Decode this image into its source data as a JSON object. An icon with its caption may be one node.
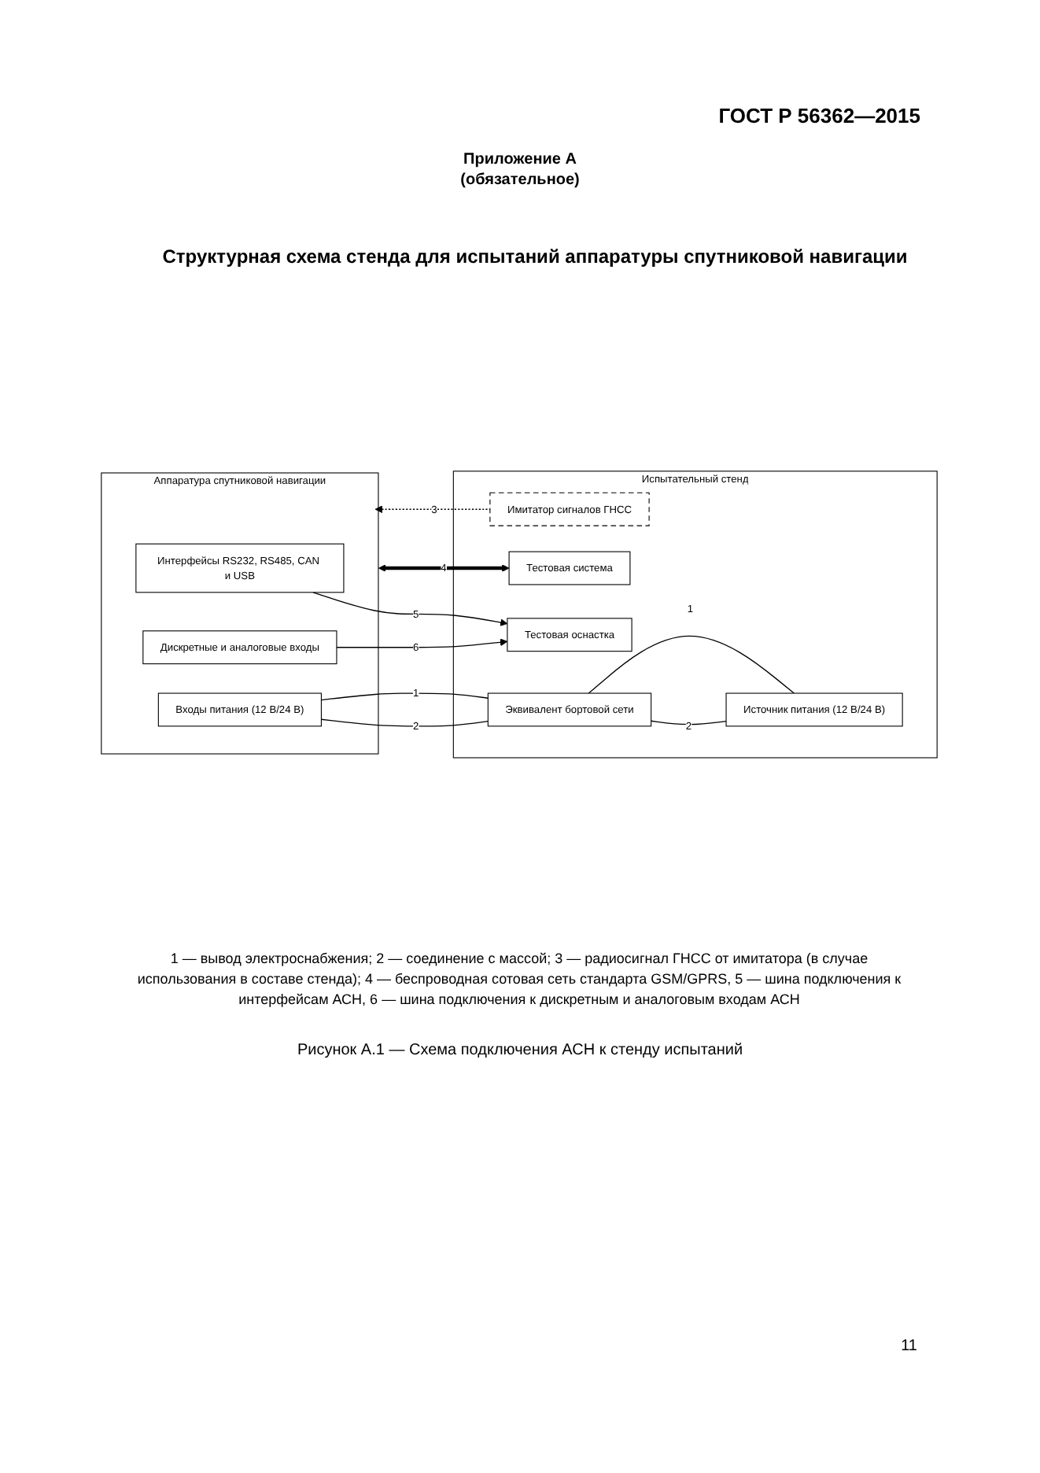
{
  "diagram": {
    "title": "Структурная схема стенда для испытаний аппаратуры спутниковой навигации",
    "caption": "Рисунок А.1 — Схема подключения АСН к стенду испытаний",
    "nodes": [
      {
        "text": [
          "Аппаратура спутниковой навигации"
        ]
      },
      {
        "text": [
          "Интерфейсы RS232, RS485, CAN и USB"
        ],
        "in": 0
      },
      {
        "text": [
          "Дискретные и аналоговые входы"
        ],
        "in": 0
      },
      {
        "text": [
          "Входы питания (12 В/24 В)"
        ],
        "in": 0
      },
      {
        "text": [
          "Испытательный стенд"
        ]
      },
      {
        "text": [
          "Имитатор сигналов ГНСС"
        ],
        "in": 4
      },
      {
        "text": [
          "Тестовая система"
        ],
        "in": 4
      },
      {
        "text": [
          "Тестовая оснастка"
        ],
        "in": 4
      },
      {
        "text": [
          "Эквивалент бортовой сети"
        ],
        "in": 4
      },
      {
        "text": [
          "Источник питания (12 В/24 В)"
        ],
        "in": 4
      }
    ],
    "edges": [
      {
        "from": 5,
        "to": 0,
        "arrow": "to",
        "label": "3",
        "style": "dashed"
      },
      {
        "from": 0,
        "to": 6,
        "arrow": "both",
        "label": "4",
        "style": "thick"
      },
      {
        "from": 1,
        "to": 7,
        "arrow": "to",
        "label": "5"
      },
      {
        "from": 2,
        "to": 7,
        "arrow": "to",
        "label": "6"
      },
      {
        "from": 3,
        "to": 8,
        "arrow": "none",
        "label": "1"
      },
      {
        "from": 3,
        "to": 8,
        "arrow": "none",
        "label": "2"
      },
      {
        "from": 8,
        "to": 9,
        "arrow": "none",
        "label": "1"
      },
      {
        "from": 8,
        "to": 9,
        "arrow": "none",
        "label": "2"
      }
    ],
    "labels": [
      "ГОСТ Р 56362—2015",
      "Приложение А",
      "(обязательное)",
      "1 — вывод электроснабжения; 2 — соединение с массой; 3 — радиосигнал ГНСС от имитатора (в случае использования в составе стенда); 4 — беспроводная сотовая сеть стандарта GSM/GPRS, 5 — шина подключения к интерфейсам АСН, 6 — шина подключения к дискретным и аналоговым входам АСН",
      "11"
    ]
  }
}
